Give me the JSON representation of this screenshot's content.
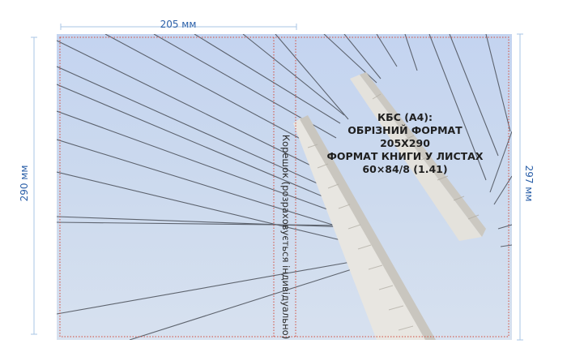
{
  "dimensions": {
    "width_label": "205 мм",
    "height_trim_label": "290 мм",
    "height_full_label": "297 мм"
  },
  "spine": {
    "label": "Корешок (розраховується індивідуально)"
  },
  "title": {
    "line1": "КБС (А4):",
    "line2": "ОБРІЗНИЙ ФОРМАТ",
    "line3": "205Х290",
    "line4": "ФОРМАТ КНИГИ У ЛИСТАХ",
    "line5": "60×84/8 (1.41)"
  },
  "colors": {
    "dimension_text": "#2a5fa8",
    "guide_red": "#d24a3a",
    "dimension_line": "#a9c6e6",
    "sky": "#c8d7ef"
  }
}
